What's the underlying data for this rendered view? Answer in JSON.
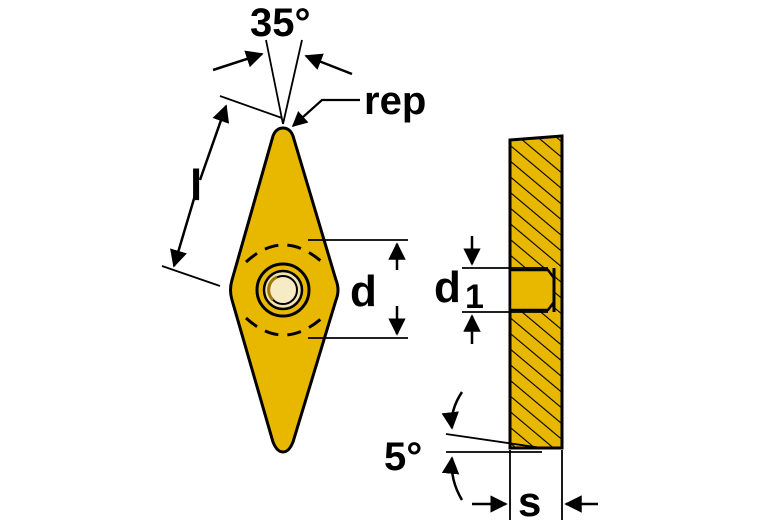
{
  "labels": {
    "angle_top": "35°",
    "corner_radius": "rep",
    "edge_length": "l",
    "inscribed_circle": "d",
    "hole_main": "d",
    "hole_sub": "1",
    "clearance_angle": "5°",
    "thickness": "s"
  },
  "colors": {
    "insert_fill": "#e8b800",
    "outline": "#000000",
    "background": "#ffffff"
  },
  "views": [
    "top-view-rhombic-insert",
    "side-section-view"
  ]
}
